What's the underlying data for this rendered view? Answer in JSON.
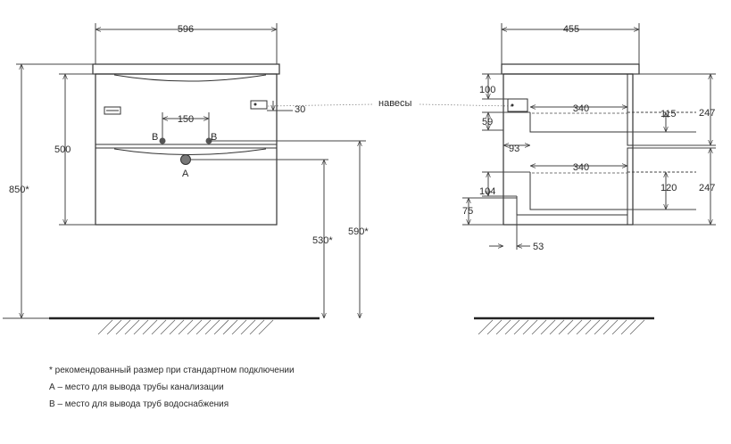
{
  "front_view": {
    "width": "596",
    "total_height": "850*",
    "body_height": "500",
    "pipe_spacing": "150",
    "hanger_offset": "30",
    "water_label_left": "B",
    "water_label_right": "B",
    "drain_label": "A",
    "drain_height": "530*",
    "water_height": "590*"
  },
  "side_view": {
    "depth": "455",
    "hangers_label": "навесы",
    "hanger_top": "100",
    "hanger_gap": "59",
    "hanger_depth": "93",
    "upper_drawer_depth": "340",
    "lower_drawer_depth": "340",
    "upper_drawer_height": "115",
    "lower_drawer_height": "120",
    "upper_front_height": "247",
    "lower_front_height": "247",
    "bottom_104": "104",
    "bottom_75": "75",
    "bottom_53": "53"
  },
  "notes": {
    "recommended": "* рекомендованный размер при стандартном подключении",
    "a_note": "А – место для вывода трубы канализации",
    "b_note": "В – место для вывода труб водоснабжения"
  }
}
